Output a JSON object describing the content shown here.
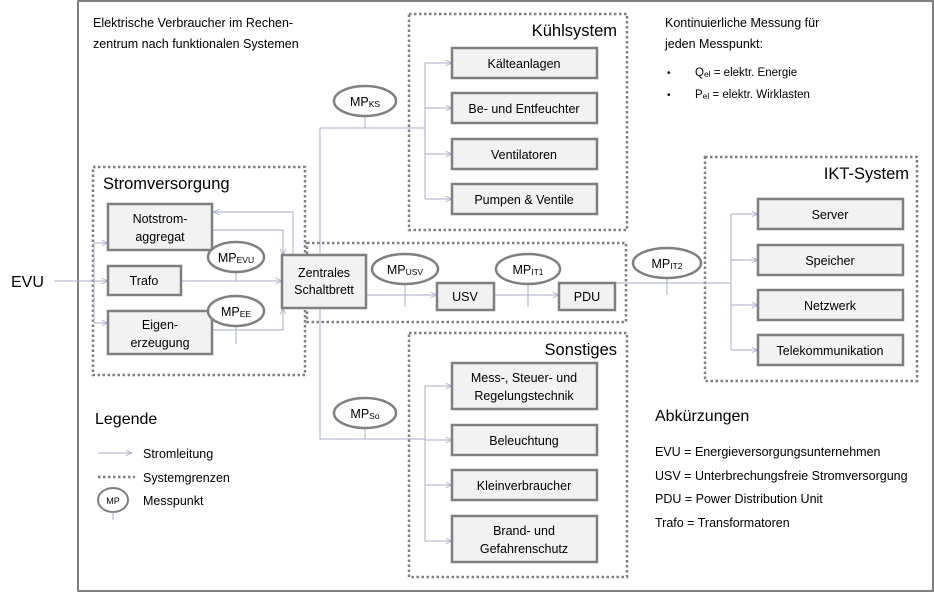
{
  "intro": [
    "Elektrische Verbraucher  im Rechen-",
    "zentrum  nach funktionalen  Systemen"
  ],
  "measure": {
    "title": [
      "Kontinuierliche Messung für",
      "jeden Messpunkt:"
    ],
    "items": [
      {
        "sym": "Q",
        "sub": "el",
        "text": " = elektr. Energie"
      },
      {
        "sym": "P",
        "sub": "el",
        "text": " = elektr. Wirklasten"
      }
    ]
  },
  "evu": "EVU",
  "groups": {
    "strom": "Stromversorgung",
    "kuehl": "Kühlsystem",
    "ikt": "IKT-System",
    "sonst": "Sonstiges"
  },
  "boxes": {
    "notstrom": [
      "Notstrom-",
      "aggregat"
    ],
    "trafo": "Trafo",
    "eigen": [
      "Eigen-",
      "erzeugung"
    ],
    "zentral": [
      "Zentrales",
      "Schaltbrett"
    ],
    "usv": "USV",
    "pdu": "PDU",
    "kaelte": "Kälteanlagen",
    "befeucht": "Be- und Entfeuchter",
    "vent": "Ventilatoren",
    "pumpen": "Pumpen & Ventile",
    "server": "Server",
    "speicher": "Speicher",
    "netzwerk": "Netzwerk",
    "telekom": "Telekommunikation",
    "msr": [
      "Mess-, Steuer- und",
      "Regelungstechnik"
    ],
    "beleucht": "Beleuchtung",
    "klein": "Kleinverbraucher",
    "brand": [
      "Brand- und",
      "Gefahrenschutz"
    ]
  },
  "mp": {
    "ks": {
      "base": "MP",
      "sub": "KS"
    },
    "evu": {
      "base": "MP",
      "sub": "EVU"
    },
    "ee": {
      "base": "MP",
      "sub": "EE"
    },
    "usv": {
      "base": "MP",
      "sub": "USV"
    },
    "it1": {
      "base": "MP",
      "sub": "IT1"
    },
    "it2": {
      "base": "MP",
      "sub": "IT2"
    },
    "so": {
      "base": "MP",
      "sub": "So"
    }
  },
  "legend": {
    "title": "Legende",
    "line": "Stromleitung",
    "grenze": "Systemgrenzen",
    "mp_icon": "MP",
    "mp": "Messpunkt"
  },
  "abbr": {
    "title": "Abkürzungen",
    "items": [
      "EVU = Energieversorgungsunternehmen",
      "USV = Unterbrechungsfreie  Stromversorgung",
      "PDU = Power Distribution Unit",
      "Trafo  = Transformatoren"
    ]
  }
}
